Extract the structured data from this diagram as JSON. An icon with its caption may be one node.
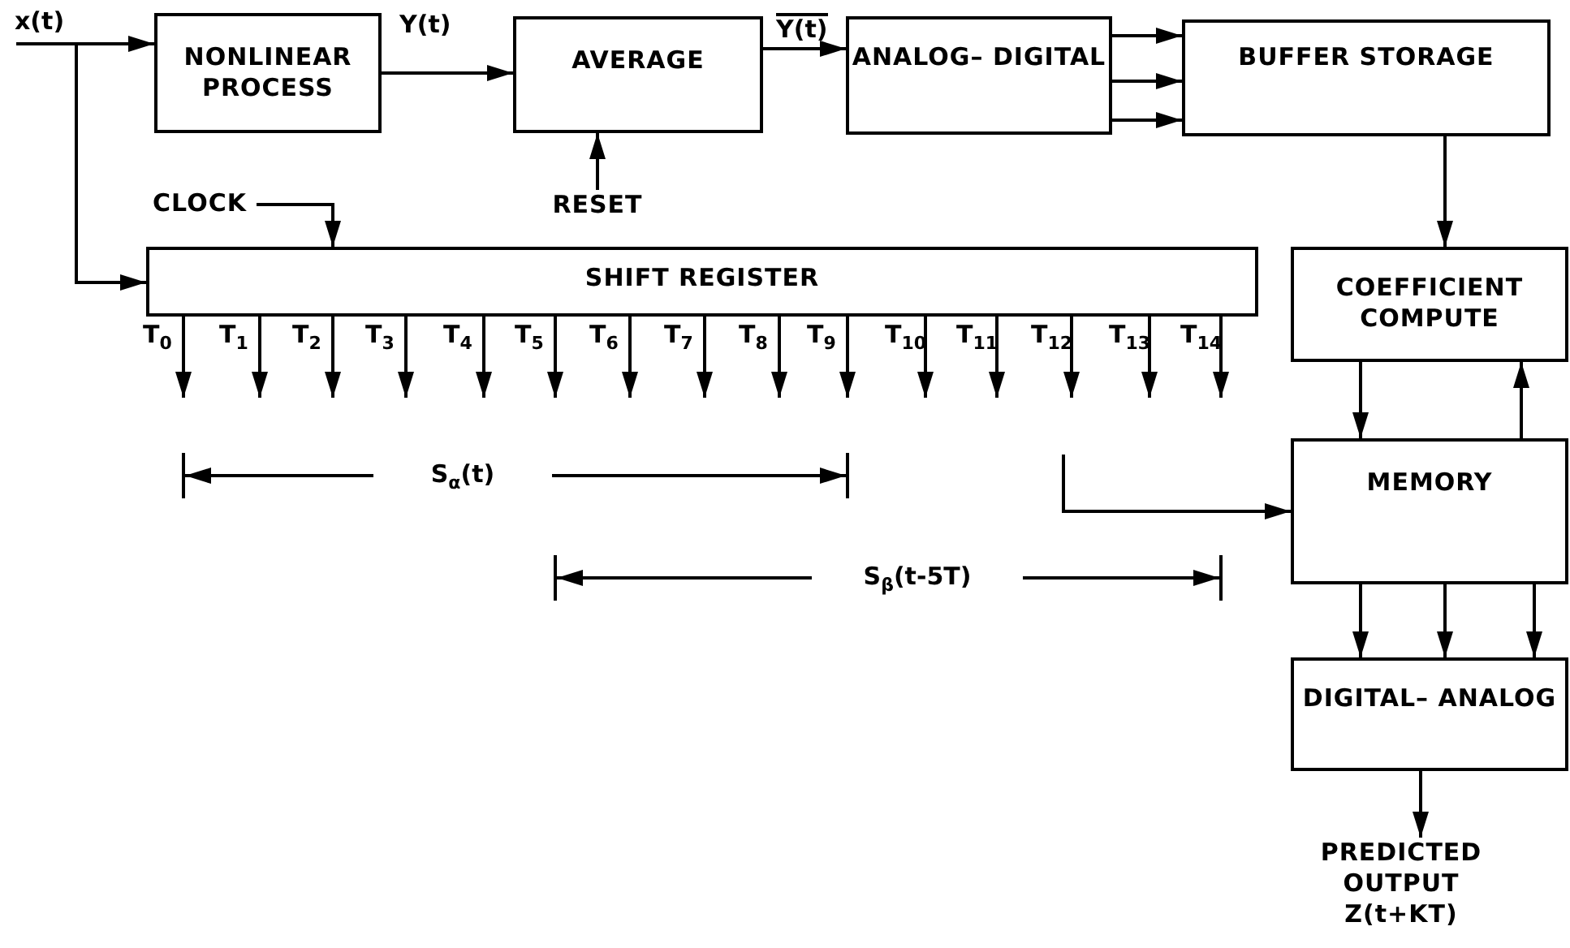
{
  "diagram": {
    "nodes": [
      {
        "text": [
          "NONLINEAR PROCESS"
        ]
      },
      {
        "text": [
          "AVERAGE"
        ]
      },
      {
        "text": [
          "ANALOG– DIGITAL"
        ]
      },
      {
        "text": [
          "BUFFER STORAGE"
        ]
      },
      {
        "text": [
          "SHIFT REGISTER"
        ]
      },
      {
        "text": [
          "COEFFICIENT COMPUTE"
        ]
      },
      {
        "text": [
          "MEMORY"
        ]
      },
      {
        "text": [
          "DIGITAL– ANALOG"
        ]
      },
      {
        "text": [
          "RESET"
        ]
      },
      {
        "text": [
          "CLOCK"
        ]
      },
      {
        "text": [
          "PREDICTED OUTPUT Z(t+KT)"
        ]
      }
    ],
    "edges": [
      {
        "from": null,
        "to": 0,
        "arrow": "to",
        "label": "x(t)"
      },
      {
        "from": 0,
        "to": 1,
        "arrow": "to",
        "label": "Y(t)"
      },
      {
        "from": 1,
        "to": 2,
        "arrow": "to",
        "label": "Y(t)"
      },
      {
        "from": 2,
        "to": 3,
        "arrow": "to"
      },
      {
        "from": 2,
        "to": 3,
        "arrow": "to"
      },
      {
        "from": 2,
        "to": 3,
        "arrow": "to"
      },
      {
        "from": 3,
        "to": 5,
        "arrow": "to"
      },
      {
        "from": 5,
        "to": 6,
        "arrow": "to"
      },
      {
        "from": 6,
        "to": 5,
        "arrow": "to"
      },
      {
        "from": 6,
        "to": 7,
        "arrow": "to"
      },
      {
        "from": 6,
        "to": 7,
        "arrow": "to"
      },
      {
        "from": 6,
        "to": 7,
        "arrow": "to"
      },
      {
        "from": 7,
        "to": 10,
        "arrow": "to"
      },
      {
        "from": 8,
        "to": 1,
        "arrow": "to"
      },
      {
        "from": 9,
        "to": 4,
        "arrow": "to"
      },
      {
        "from": null,
        "to": 4,
        "arrow": "to"
      },
      {
        "from": null,
        "to": 6,
        "arrow": "to"
      },
      {
        "from": 4,
        "to": null,
        "arrow": "to",
        "label": "T$_{0}$"
      },
      {
        "from": 4,
        "to": null,
        "arrow": "to",
        "label": "T$_{1}$"
      },
      {
        "from": 4,
        "to": null,
        "arrow": "to",
        "label": "T$_{2}$"
      },
      {
        "from": 4,
        "to": null,
        "arrow": "to",
        "label": "T$_{3}$"
      },
      {
        "from": 4,
        "to": null,
        "arrow": "to",
        "label": "T$_{4}$"
      },
      {
        "from": 4,
        "to": null,
        "arrow": "to",
        "label": "T$_{5}$"
      },
      {
        "from": 4,
        "to": null,
        "arrow": "to",
        "label": "T$_{6}$"
      },
      {
        "from": 4,
        "to": null,
        "arrow": "to",
        "label": "T$_{7}$"
      },
      {
        "from": 4,
        "to": null,
        "arrow": "to",
        "label": "T$_{8}$"
      },
      {
        "from": 4,
        "to": null,
        "arrow": "to",
        "label": "T$_{9}$"
      },
      {
        "from": 4,
        "to": null,
        "arrow": "to",
        "label": "T$_{10}$"
      },
      {
        "from": 4,
        "to": null,
        "arrow": "to",
        "label": "T$_{11}$"
      },
      {
        "from": 4,
        "to": null,
        "arrow": "to",
        "label": "T$_{12}$"
      },
      {
        "from": 4,
        "to": null,
        "arrow": "to",
        "label": "T$_{13}$"
      },
      {
        "from": 4,
        "to": null,
        "arrow": "to",
        "label": "T$_{14}$"
      }
    ],
    "labels": [
      "S$_{α}$(t)",
      "S$_{β}$(t-5T)"
    ]
  }
}
